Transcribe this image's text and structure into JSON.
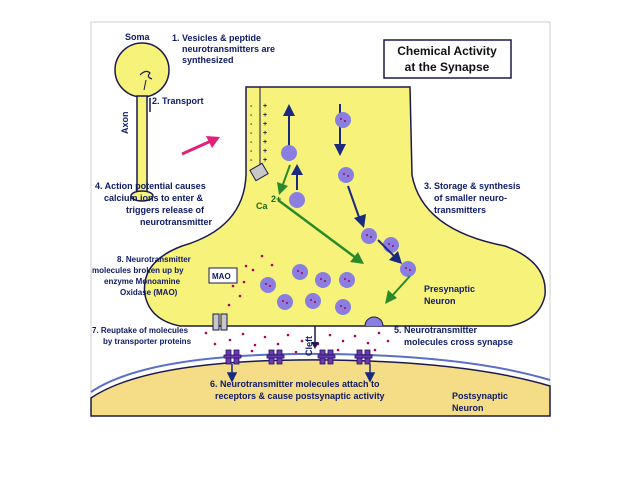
{
  "title": {
    "line1": "Chemical Activity",
    "line2": "at the Synapse"
  },
  "labels": {
    "soma": "Soma",
    "axon": "Axon",
    "step1": [
      "1. Vesicles & peptide",
      "neurotransmitters are",
      "synthesized"
    ],
    "step2": "2. Transport",
    "step3": [
      "3. Storage & synthesis",
      "of smaller neuro-",
      "transmitters"
    ],
    "step4": [
      "4. Action potential causes",
      "calcium ions to enter &",
      "triggers release of",
      "neurotransmitter"
    ],
    "step5": [
      "5. Neurotransmitter",
      "molecules cross synapse"
    ],
    "step6": [
      "6. Neurotransmitter molecules attach to",
      "receptors & cause postsynaptic activity"
    ],
    "step7": [
      "7. Reuptake of molecules",
      "by transporter proteins"
    ],
    "step8": [
      "8. Neurotransmitter",
      "molecules broken up by",
      "enzyme Monoamine",
      "Oxidase (MAO)"
    ],
    "mao": "MAO",
    "ca": "Ca",
    "ca_superscript": "2+",
    "cleft": "Cleft",
    "presynaptic": [
      "Presynaptic",
      "Neuron"
    ],
    "postsynaptic": [
      "Postsynaptic",
      "Neuron"
    ]
  },
  "colors": {
    "neuron_fill": "#f7f27a",
    "postsynaptic_fill": "#f5dc86",
    "outline": "#1a1a4d",
    "vesicle": "#8a7fe0",
    "vesicle_dots": "#b0005a",
    "arrow_green": "#2a8a2a",
    "arrow_magenta": "#e0207a",
    "arrow_blue": "#1a2a80",
    "receptor": "#6a3bb0",
    "label_text": "#0d1a66"
  }
}
